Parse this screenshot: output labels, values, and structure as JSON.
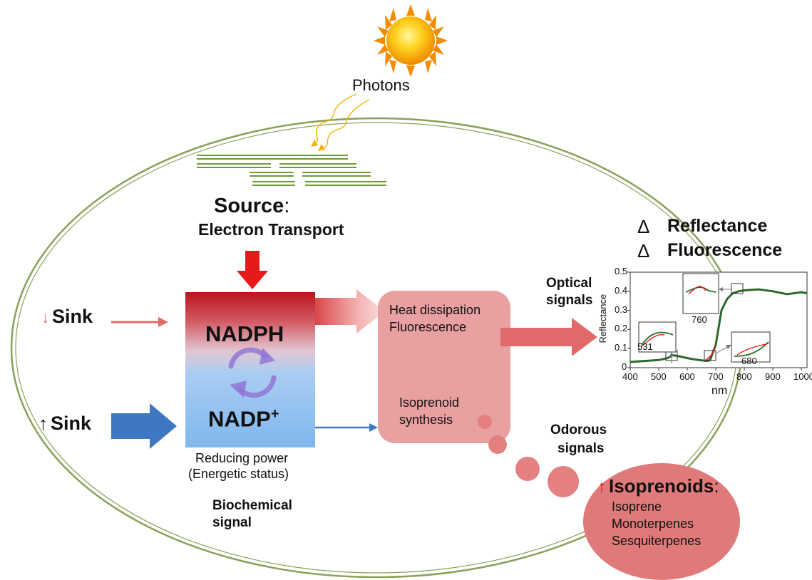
{
  "photons": {
    "label": "Photons"
  },
  "source": {
    "title": "Source",
    "colon": ":",
    "subtitle": "Electron Transport"
  },
  "sink_down": {
    "label": "Sink",
    "arrow": "↓"
  },
  "sink_up": {
    "label": "Sink",
    "arrow": "↑"
  },
  "box": {
    "top_label": "NADPH",
    "bottom_label": "NADP",
    "bottom_superscript": "+",
    "caption_line1": "Reducing power",
    "caption_line2": "(Energetic status)"
  },
  "biochemical": {
    "line1": "Biochemical",
    "line2": "signal"
  },
  "outlet": {
    "line1": "Heat dissipation",
    "line2": "Fluorescence",
    "line3": "Isoprenoid",
    "line4": "synthesis"
  },
  "optical": {
    "line1": "Optical",
    "line2": "signals"
  },
  "odorous": {
    "line1": "Odorous",
    "line2": "signals"
  },
  "delta": {
    "symbol": "Δ",
    "reflectance": "Reflectance",
    "fluorescence": "Fluorescence"
  },
  "isoprenoids": {
    "arrow": "↑",
    "title": "Isoprenoids",
    "colon": ":",
    "items": [
      "Isoprene",
      "Monoterpenes",
      "Sesquiterpenes"
    ]
  },
  "colors": {
    "red": "#e8191b",
    "pink_box": "#e8a0a0",
    "salmon_arrow": "#e06a6a",
    "blue": "#3f78c2",
    "nadp_blue": "#7fb7ee",
    "nadph_red": "#b9151f",
    "cell_wall": "#8aa05a",
    "purple": "#8e7ad0",
    "spectrum_green": "#2b6a2b"
  },
  "chart_data": {
    "type": "line",
    "ylabel": "Reflectance",
    "xlabel": "nm",
    "xlim": [
      400,
      1020
    ],
    "ylim": [
      0,
      0.5
    ],
    "x_ticks": [
      "400",
      "500",
      "600",
      "700",
      "800",
      "900",
      "1000"
    ],
    "y_ticks": [
      "0",
      "0.1",
      "0.2",
      "0.3",
      "0.4",
      "0.5"
    ],
    "series": [
      {
        "color": "#2b6a2b",
        "x": [
          400,
          450,
          500,
          531,
          550,
          570,
          600,
          640,
          670,
          680,
          700,
          720,
          740,
          760,
          780,
          800,
          850,
          900,
          950,
          1000,
          1020
        ],
        "y": [
          0.03,
          0.035,
          0.04,
          0.05,
          0.065,
          0.06,
          0.05,
          0.04,
          0.035,
          0.04,
          0.12,
          0.3,
          0.36,
          0.39,
          0.4,
          0.405,
          0.41,
          0.4,
          0.385,
          0.395,
          0.39
        ]
      }
    ],
    "insets": [
      {
        "label": "531"
      },
      {
        "label": "760"
      },
      {
        "label": "680"
      }
    ]
  }
}
